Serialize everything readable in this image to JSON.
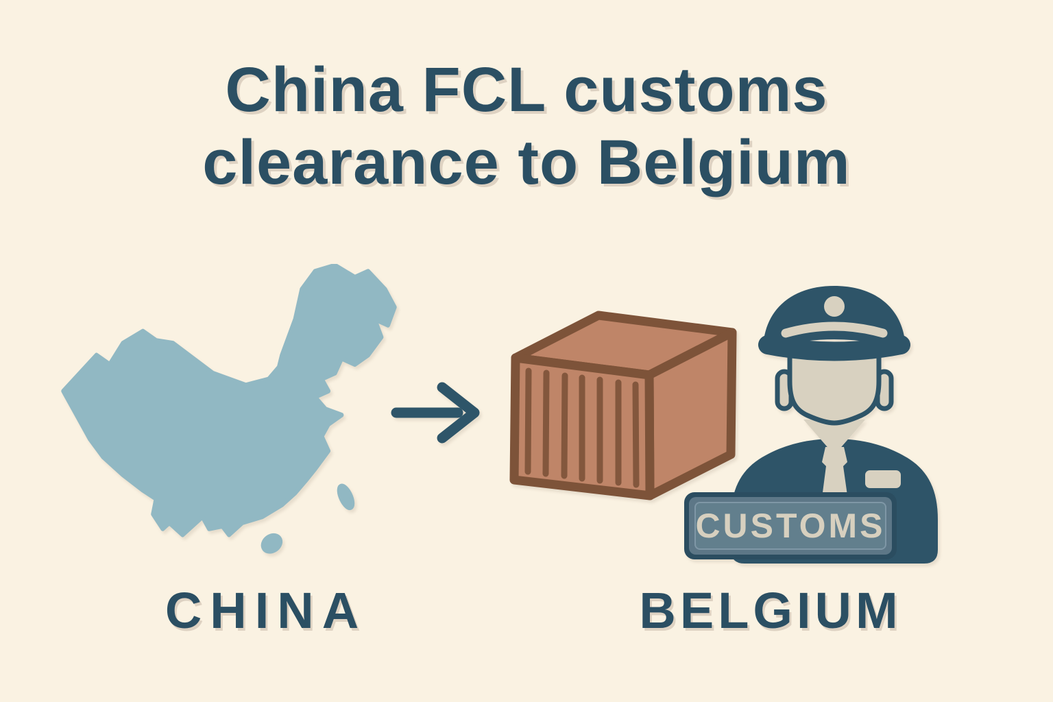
{
  "title": {
    "line1": "China FCL customs",
    "line2": "clearance to Belgium"
  },
  "flow": {
    "origin_label": "CHINA",
    "destination_label": "BELGIUM"
  },
  "customs_sign": {
    "text": "CUSTOMS"
  },
  "icons": {
    "map": "china-map-icon",
    "arrow": "flow-arrow-icon",
    "container": "shipping-container-icon",
    "officer": "customs-officer-icon"
  },
  "colors": {
    "background": "#faf2e2",
    "title_text": "#2b4f63",
    "map_blue": "#91b8c3",
    "arrow_teal": "#2e5569",
    "container_brown": "#bf8568",
    "container_outline": "#7d5339",
    "officer_navy": "#2e5468",
    "skin_beige": "#d8d1c0",
    "sign_panel": "#5d7787",
    "sign_inner_panel": "#63808e",
    "sign_border": "#2b4d60",
    "sign_text": "#d7d0bf"
  }
}
